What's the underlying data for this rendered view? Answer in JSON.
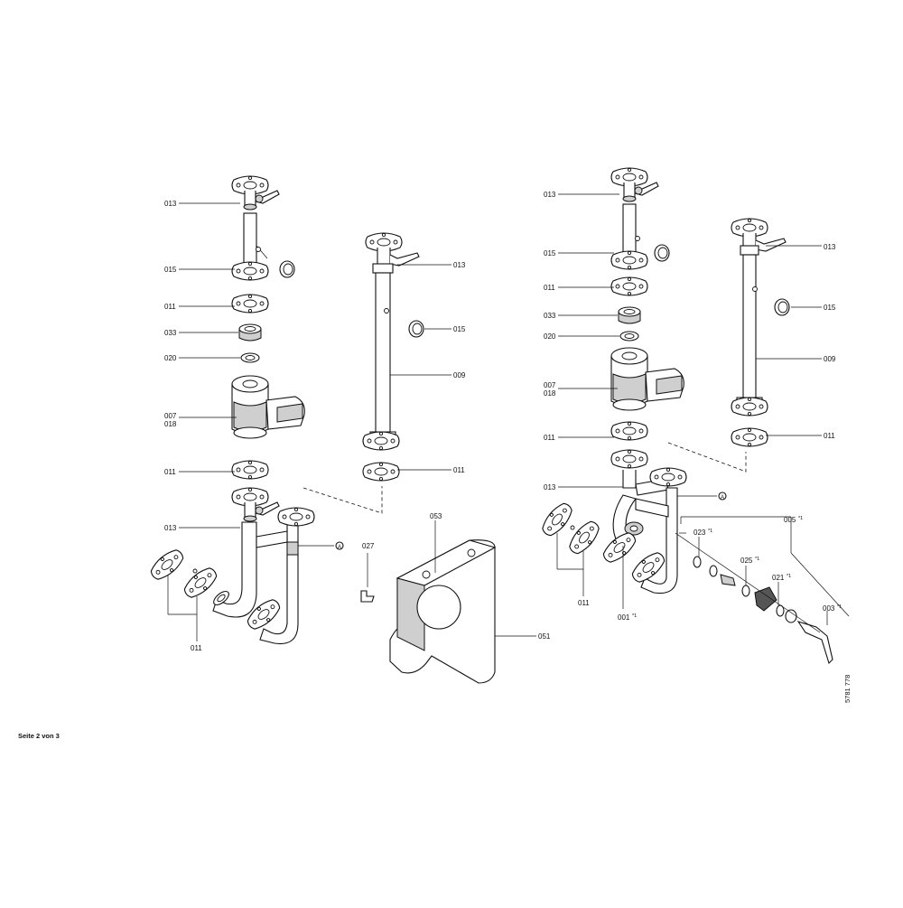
{
  "drawing": {
    "page_label": "Seite 2 von 3",
    "doc_number": "5781 778",
    "callouts": [
      {
        "id": "l-013a",
        "text": "013"
      },
      {
        "id": "l-015a",
        "text": "015"
      },
      {
        "id": "l-011a",
        "text": "011"
      },
      {
        "id": "l-033a",
        "text": "033"
      },
      {
        "id": "l-020a",
        "text": "020"
      },
      {
        "id": "l-007a",
        "text": "007"
      },
      {
        "id": "l-018a",
        "text": "018"
      },
      {
        "id": "l-011b",
        "text": "011"
      },
      {
        "id": "l-013b",
        "text": "013"
      },
      {
        "id": "l-011c",
        "text": "011"
      },
      {
        "id": "l-013c",
        "text": "013"
      },
      {
        "id": "l-015c",
        "text": "015"
      },
      {
        "id": "l-009c",
        "text": "009"
      },
      {
        "id": "l-011d",
        "text": "011"
      },
      {
        "id": "l-053",
        "text": "053"
      },
      {
        "id": "l-027",
        "text": "027"
      },
      {
        "id": "l-051",
        "text": "051"
      },
      {
        "id": "l-013e",
        "text": "013"
      },
      {
        "id": "l-015e",
        "text": "015"
      },
      {
        "id": "l-011e",
        "text": "011"
      },
      {
        "id": "l-033e",
        "text": "033"
      },
      {
        "id": "l-020e",
        "text": "020"
      },
      {
        "id": "l-007e",
        "text": "007"
      },
      {
        "id": "l-018e",
        "text": "018"
      },
      {
        "id": "l-011f",
        "text": "011"
      },
      {
        "id": "l-013f",
        "text": "013"
      },
      {
        "id": "l-011g",
        "text": "011"
      },
      {
        "id": "l-001",
        "text": "001"
      },
      {
        "id": "l-013h",
        "text": "013"
      },
      {
        "id": "l-015h",
        "text": "015"
      },
      {
        "id": "l-009h",
        "text": "009"
      },
      {
        "id": "l-011h",
        "text": "011"
      },
      {
        "id": "l-005",
        "text": "005"
      },
      {
        "id": "l-023",
        "text": "023"
      },
      {
        "id": "l-025",
        "text": "025"
      },
      {
        "id": "l-021",
        "text": "021"
      },
      {
        "id": "l-003",
        "text": "003"
      }
    ],
    "footnote_mark": "*1",
    "marker_A": "A"
  },
  "colors": {
    "line": "#111111",
    "fill": "#ffffff",
    "shade": "#cfcfcf"
  }
}
